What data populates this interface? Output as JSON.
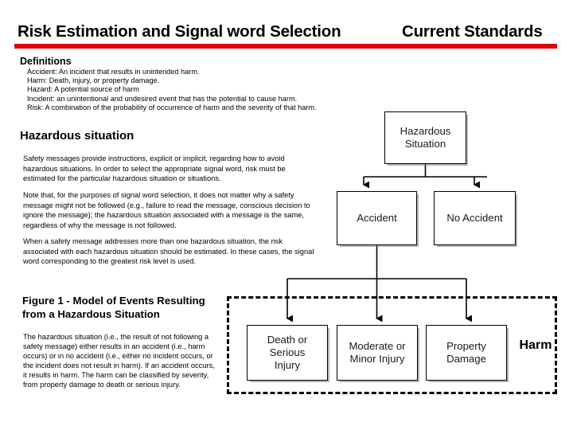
{
  "header": {
    "title_left": "Risk Estimation and Signal word Selection",
    "title_right": "Current Standards",
    "rule_color": "#e00000"
  },
  "definitions": {
    "heading": "Definitions",
    "items": [
      "Accident: An incident that results in unintended harm.",
      "Harm: Death, injury, or property damage.",
      "Hazard: A potential source of harm",
      "Incident: an unintentional and undesired event that has the potential to cause harm.",
      "Risk: A combination of the probability of occurrence of harm and the severity of that harm."
    ]
  },
  "hazardous_section": {
    "heading": "Hazardous situation",
    "paragraphs": [
      "Safety messages provide instructions, explicit or implicit, regarding how to avoid hazardous situations.  In order to select the appropriate signal word, risk must be estimated for the particular hazardous situation or situations.",
      "Note that, for the purposes of signal word selection, it does not matter why a safety message might not be followed (e.g., failure to read the message, conscious decision to ignore the message); the hazardous situation associated with a message is the same, regardless of why the message is not followed.",
      "When a safety message addresses more than one hazardous situation, the risk associated with each hazardous situation should be estimated.  In these cases, the signal word corresponding to the greatest risk level is used."
    ]
  },
  "figure": {
    "caption": "Figure 1 - Model of Events Resulting from a Hazardous Situation",
    "body": "The hazardous situation (i.e., the result of not following a safety message) either results in an accident (i.e., harm occurs) or in no accident (i.e., either no incident occurs, or the incident does not result in harm).  If an accident occurs, it results in harm.  The harm can be classified by severity, from property damage to death or serious injury.",
    "nodes": {
      "hazardous_situation": "Hazardous\nSituation",
      "accident": "Accident",
      "no_accident": "No Accident",
      "death_or_serious_injury": "Death or\nSerious\nInjury",
      "moderate_or_minor_injury": "Moderate or\nMinor Injury",
      "property_damage": "Property\nDamage"
    },
    "harm_group_label": "Harm"
  }
}
